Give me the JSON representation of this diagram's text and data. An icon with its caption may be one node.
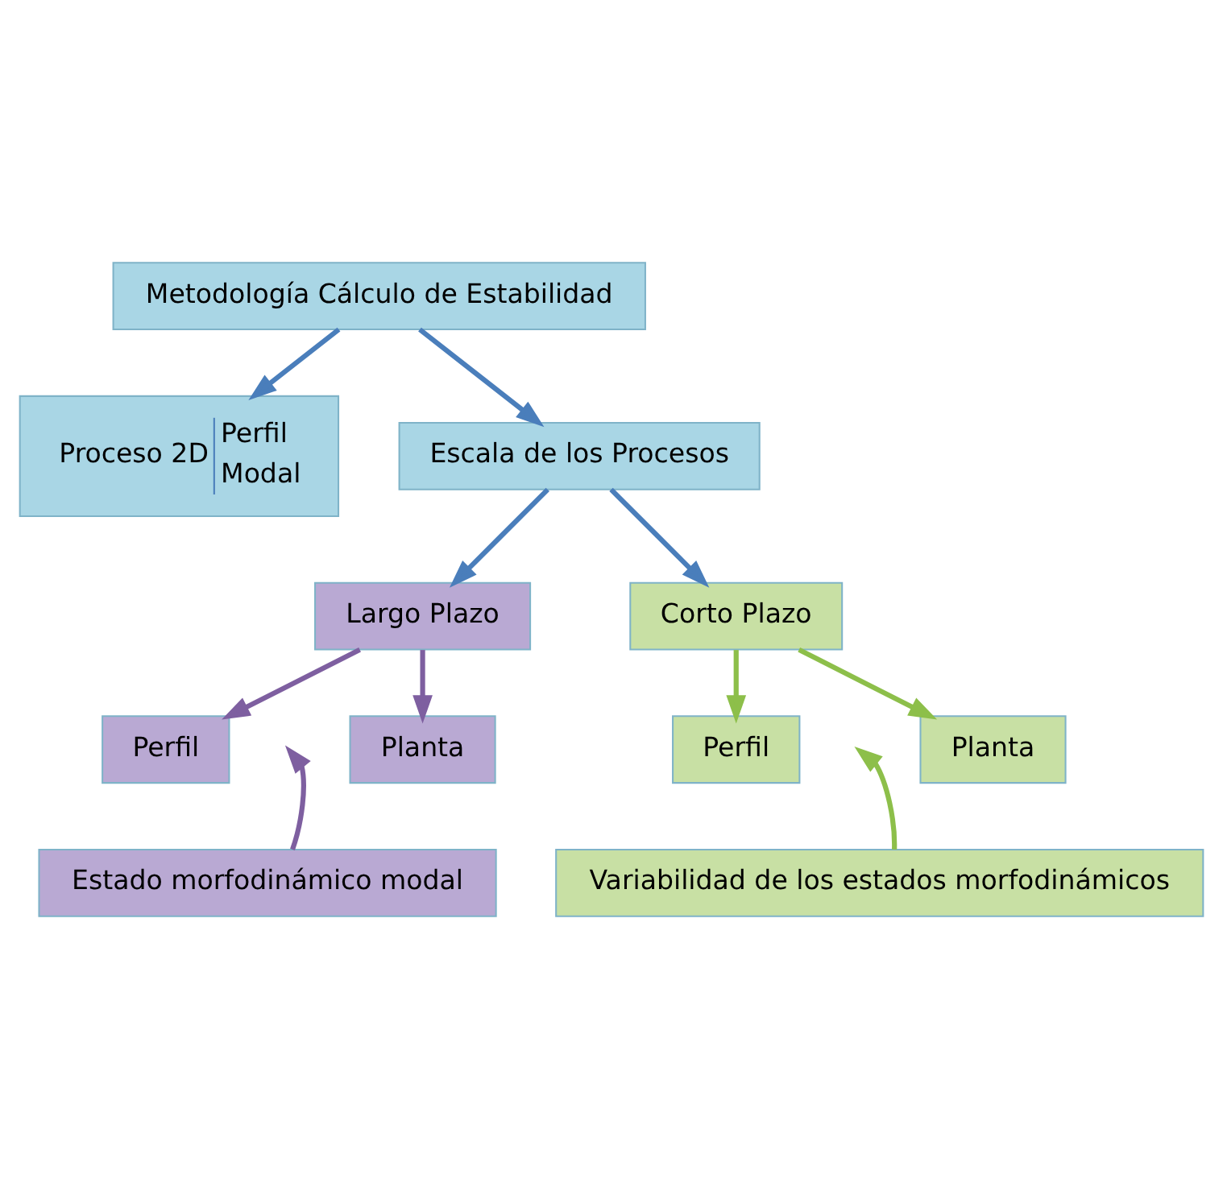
{
  "diagram": {
    "nodes": [
      {
        "text": [
          "Metodología Cálculo de Estabilidad"
        ]
      },
      {
        "text": [
          "Proceso 2D",
          "Perfil",
          "Modal"
        ]
      },
      {
        "text": [
          "Escala de los Procesos"
        ]
      },
      {
        "text": [
          "Largo Plazo"
        ]
      },
      {
        "text": [
          "Corto Plazo"
        ]
      },
      {
        "text": [
          "Perfil"
        ]
      },
      {
        "text": [
          "Planta"
        ]
      },
      {
        "text": [
          "Estado morfodinámico modal"
        ]
      },
      {
        "text": [
          "Perfil"
        ]
      },
      {
        "text": [
          "Planta"
        ]
      },
      {
        "text": [
          "Variabilidad de los estados morfodinámicos"
        ]
      }
    ],
    "edges": [
      {
        "from": 0,
        "to": 2,
        "arrow": "to"
      },
      {
        "from": 0,
        "to": 1,
        "arrow": "to"
      },
      {
        "from": 2,
        "to": 3,
        "arrow": "to"
      },
      {
        "from": 2,
        "to": 4,
        "arrow": "to"
      },
      {
        "from": 3,
        "to": 5,
        "arrow": "to",
        "color": "#7e5fa0"
      },
      {
        "from": 3,
        "to": 6,
        "arrow": "to",
        "color": "#7e5fa0"
      },
      {
        "from": 7,
        "to": null,
        "arrow": "to",
        "color": "#7e5fa0"
      },
      {
        "from": 4,
        "to": 8,
        "arrow": "to",
        "color": "#8dbf4a"
      },
      {
        "from": 4,
        "to": 9,
        "arrow": "to",
        "color": "#8dbf4a"
      },
      {
        "from": 10,
        "to": null,
        "arrow": "to",
        "color": "#8dbf4a"
      }
    ]
  }
}
